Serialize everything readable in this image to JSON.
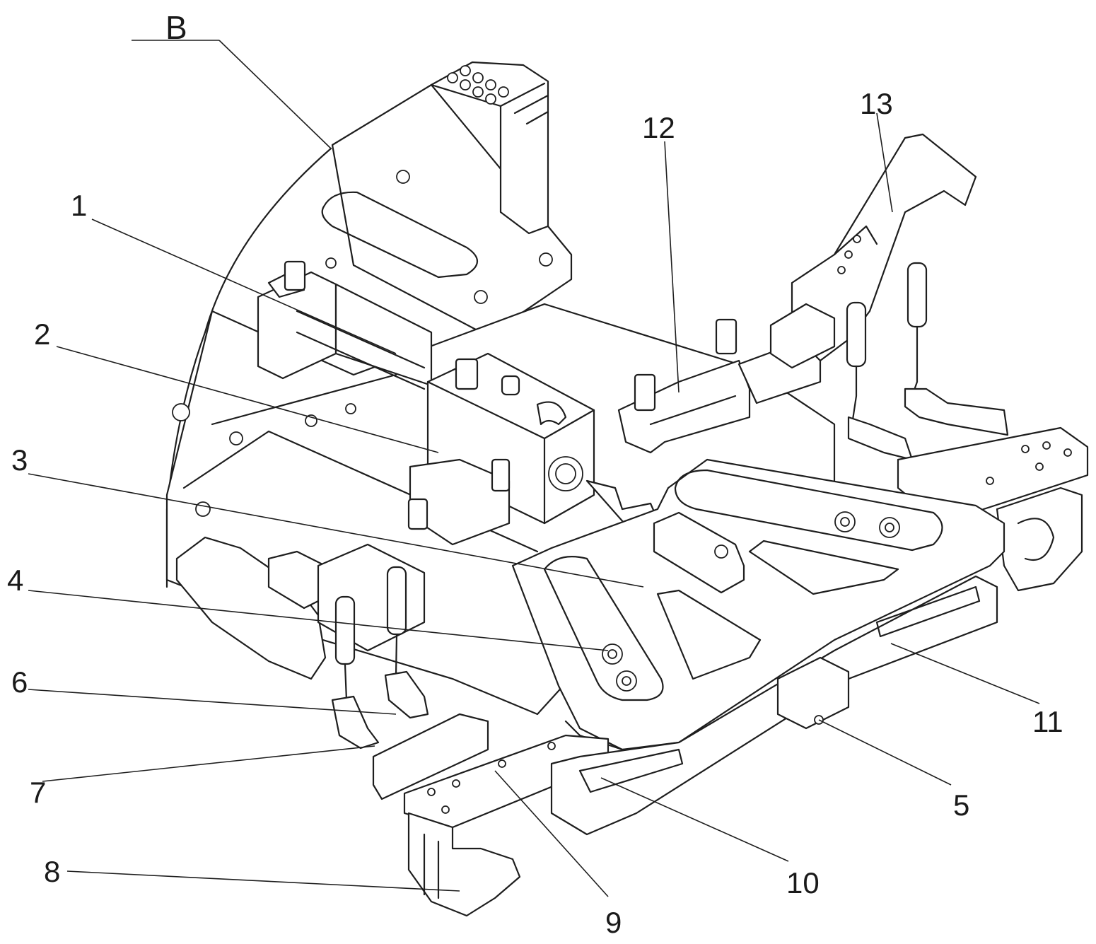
{
  "figure": {
    "detail_label": "B",
    "part_labels": [
      "1",
      "2",
      "3",
      "4",
      "5",
      "6",
      "7",
      "8",
      "9",
      "10",
      "11",
      "12",
      "13"
    ]
  }
}
